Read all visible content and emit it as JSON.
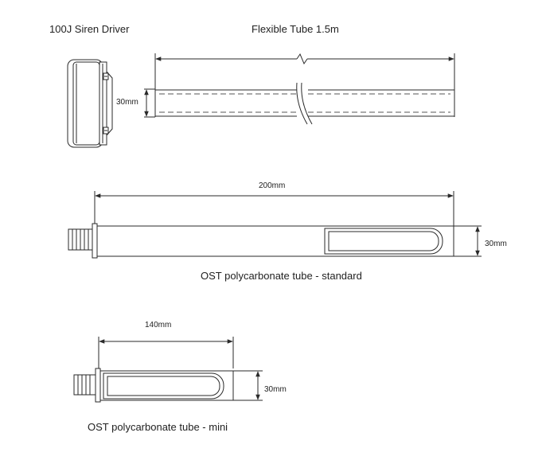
{
  "siren_driver": {
    "title": "100J Siren Driver"
  },
  "flexible_tube": {
    "title": "Flexible Tube 1.5m",
    "diameter_label": "30mm"
  },
  "standard_tube": {
    "caption": "OST polycarbonate tube - standard",
    "length_label": "200mm",
    "diameter_label": "30mm"
  },
  "mini_tube": {
    "caption": "OST polycarbonate tube - mini",
    "length_label": "140mm",
    "diameter_label": "30mm"
  },
  "colors": {
    "line": "#2a2a2a",
    "dash": "#555555",
    "background": "#ffffff"
  }
}
